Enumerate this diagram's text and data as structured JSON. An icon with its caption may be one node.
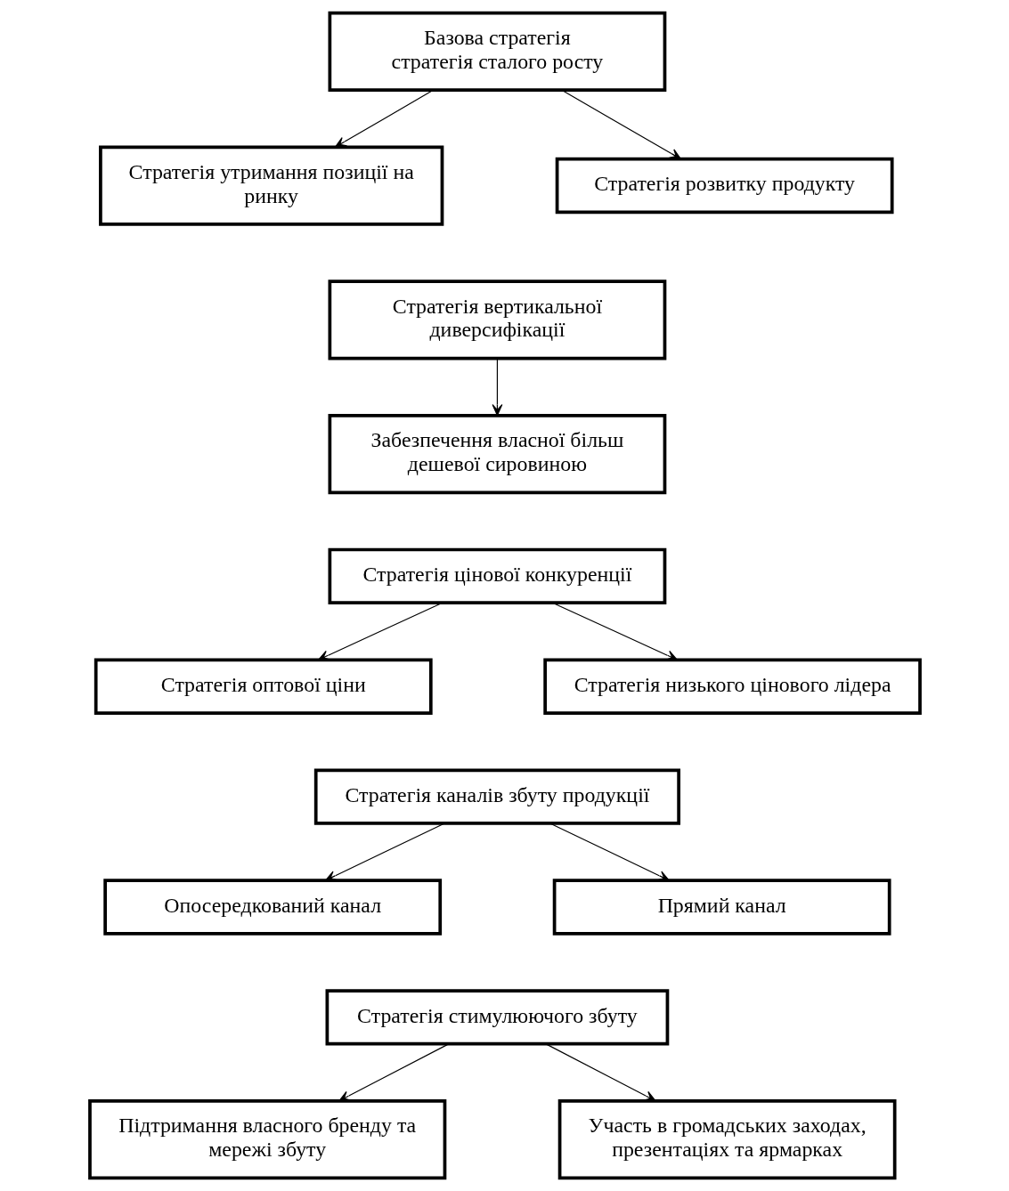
{
  "diagram": {
    "nodes": [
      {
        "text": [
          "Базова стратегія",
          "стратегія сталого росту"
        ]
      },
      {
        "text": [
          "Стратегія утримання позиції на ринку"
        ]
      },
      {
        "text": [
          "Стратегія розвитку продукту"
        ]
      },
      {
        "text": [
          "Стратегія вертикальної диверсифікації"
        ]
      },
      {
        "text": [
          "Забезпечення власної більш дешевої сировиною"
        ]
      },
      {
        "text": [
          "Стратегія цінової конкуренції"
        ]
      },
      {
        "text": [
          "Стратегія оптової ціни"
        ]
      },
      {
        "text": [
          "Стратегія низького цінового лідера"
        ]
      },
      {
        "text": [
          "Стратегія каналів збуту продукції"
        ]
      },
      {
        "text": [
          "Опосередкований канал"
        ]
      },
      {
        "text": [
          "Прямий канал"
        ]
      },
      {
        "text": [
          "Стратегія стимулюючого збуту"
        ]
      },
      {
        "text": [
          "Підтримання власного бренду та мережі збуту"
        ]
      },
      {
        "text": [
          "Участь в громадських заходах, презентаціях та ярмарках"
        ]
      }
    ],
    "edges": [
      {
        "from": 0,
        "to": 1,
        "arrow": "to"
      },
      {
        "from": 0,
        "to": 2,
        "arrow": "to"
      },
      {
        "from": 3,
        "to": 4,
        "arrow": "to"
      },
      {
        "from": 5,
        "to": 6,
        "arrow": "to"
      },
      {
        "from": 5,
        "to": 7,
        "arrow": "to"
      },
      {
        "from": 8,
        "to": 9,
        "arrow": "to"
      },
      {
        "from": 8,
        "to": 10,
        "arrow": "to"
      },
      {
        "from": 11,
        "to": 12,
        "arrow": "to"
      },
      {
        "from": 11,
        "to": 13,
        "arrow": "to"
      }
    ]
  }
}
